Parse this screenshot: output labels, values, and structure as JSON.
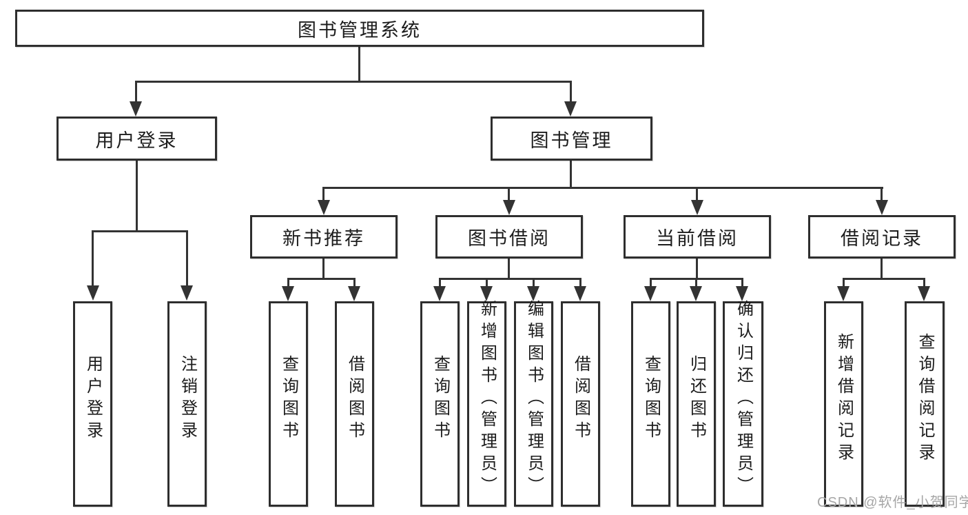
{
  "diagram": {
    "root": "图书管理系统",
    "children": [
      {
        "label": "用户登录",
        "children": [
          {
            "label": "用户登录"
          },
          {
            "label": "注销登录"
          }
        ]
      },
      {
        "label": "图书管理",
        "children": [
          {
            "label": "新书推荐",
            "children": [
              {
                "label": "查询图书"
              },
              {
                "label": "借阅图书"
              }
            ]
          },
          {
            "label": "图书借阅",
            "children": [
              {
                "label": "查询图书"
              },
              {
                "label": "新增图书（管理员）"
              },
              {
                "label": "编辑图书（管理员）"
              },
              {
                "label": "借阅图书"
              }
            ]
          },
          {
            "label": "当前借阅",
            "children": [
              {
                "label": "查询图书"
              },
              {
                "label": "归还图书"
              },
              {
                "label": "确认归还（管理员）"
              }
            ]
          },
          {
            "label": "借阅记录",
            "children": [
              {
                "label": "新增借阅记录"
              },
              {
                "label": "查询借阅记录"
              }
            ]
          }
        ]
      }
    ],
    "watermark": "CSDN @软件_小贺同学",
    "colors": {
      "line": "#333333",
      "box_border": "#2e2e2e",
      "text": "#1c1c1c",
      "watermark": "#a6a6a6",
      "background": "#ffffff"
    }
  }
}
